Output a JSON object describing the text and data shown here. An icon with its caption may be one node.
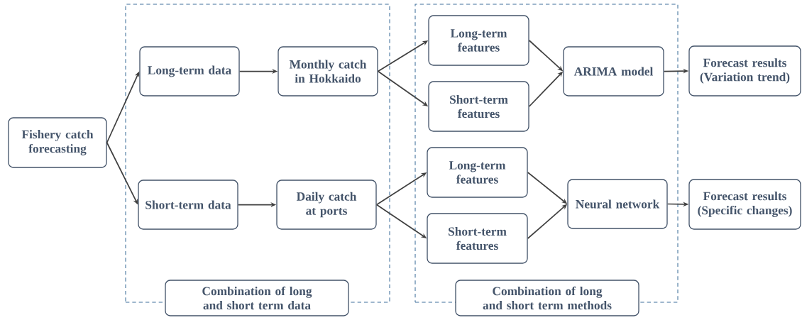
{
  "diagram": {
    "nodes": [
      {
        "text": [
          "Fishery catch forecasting"
        ]
      },
      {
        "text": [],
        "shape": "box"
      },
      {
        "text": [
          "Long-term data"
        ],
        "in": 1
      },
      {
        "text": [
          "Monthly catch in Hokkaido"
        ],
        "in": 1
      },
      {
        "text": [
          "Short-term data"
        ],
        "in": 1
      },
      {
        "text": [
          "Daily catch at ports"
        ],
        "in": 1
      },
      {
        "text": [
          "Combination of long and short term data"
        ]
      },
      {
        "text": [],
        "shape": "box"
      },
      {
        "text": [
          "Long-term features"
        ],
        "in": 7
      },
      {
        "text": [
          "Short-term features"
        ],
        "in": 7
      },
      {
        "text": [
          "ARIMA model"
        ],
        "in": 7
      },
      {
        "text": [
          "Long-term features"
        ],
        "in": 7
      },
      {
        "text": [
          "Short-term features"
        ],
        "in": 7
      },
      {
        "text": [
          "Neural network"
        ],
        "in": 7
      },
      {
        "text": [
          "Combination of long and short term methods"
        ]
      },
      {
        "text": [
          "Forecast results (Variation trend)"
        ]
      },
      {
        "text": [
          "Forecast results (Specific changes)"
        ]
      }
    ],
    "edges": [
      {
        "from": 0,
        "to": 2,
        "arrow": "to"
      },
      {
        "from": 0,
        "to": 4,
        "arrow": "to"
      },
      {
        "from": 2,
        "to": 3,
        "arrow": "to"
      },
      {
        "from": 4,
        "to": 5,
        "arrow": "to"
      },
      {
        "from": 3,
        "to": 8,
        "arrow": "to"
      },
      {
        "from": 3,
        "to": 9,
        "arrow": "to"
      },
      {
        "from": 5,
        "to": 11,
        "arrow": "to"
      },
      {
        "from": 5,
        "to": 12,
        "arrow": "to"
      },
      {
        "from": 8,
        "to": 10,
        "arrow": "to"
      },
      {
        "from": 9,
        "to": 10,
        "arrow": "to"
      },
      {
        "from": 11,
        "to": 13,
        "arrow": "to"
      },
      {
        "from": 12,
        "to": 13,
        "arrow": "to"
      },
      {
        "from": 10,
        "to": 15,
        "arrow": "to"
      },
      {
        "from": 13,
        "to": 16,
        "arrow": "to"
      }
    ]
  }
}
